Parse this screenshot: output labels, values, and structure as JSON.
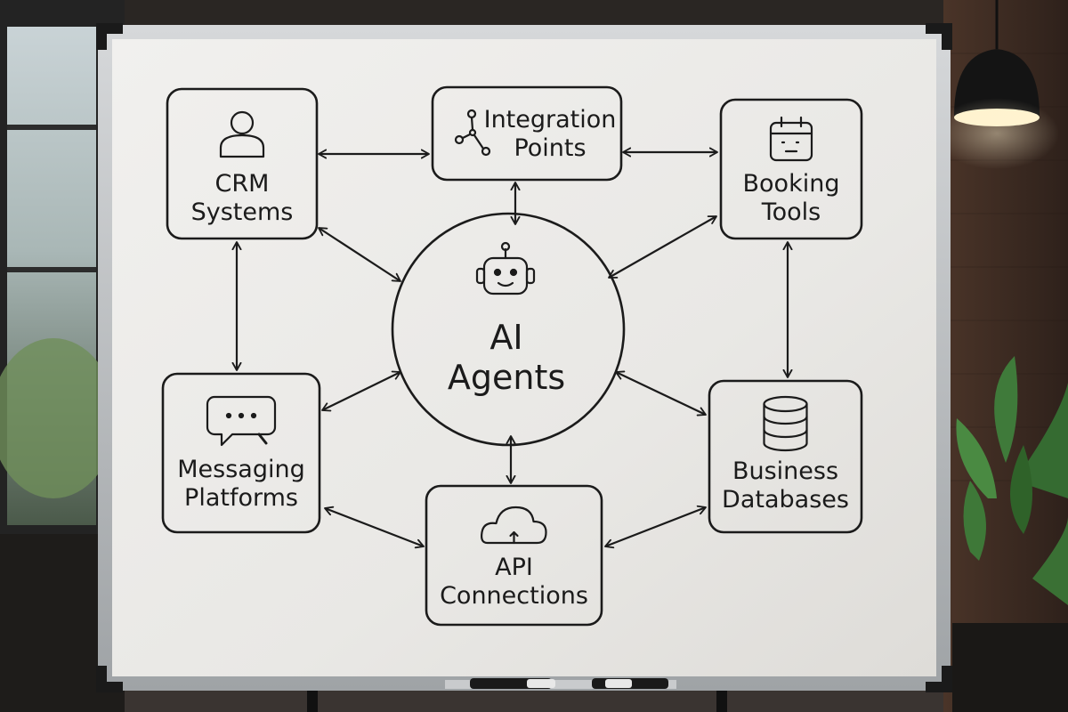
{
  "colors": {
    "ink": "#1b1b1b",
    "board": "#ecebe8",
    "frame": "#b9bcbf",
    "wall": "#3a2a22",
    "plant": "#3f7a3a"
  },
  "diagram": {
    "hub": {
      "id": "ai-agents",
      "icon": "robot-icon",
      "lines": [
        "AI",
        "Agents"
      ]
    },
    "nodes": [
      {
        "id": "crm-systems",
        "icon": "person-icon",
        "lines": [
          "CRM",
          "Systems"
        ]
      },
      {
        "id": "integration-points",
        "icon": "network-icon",
        "lines": [
          "Integration",
          "Points"
        ]
      },
      {
        "id": "booking-tools",
        "icon": "calendar-icon",
        "lines": [
          "Booking",
          "Tools"
        ]
      },
      {
        "id": "messaging-platforms",
        "icon": "chat-bubble-icon",
        "lines": [
          "Messaging",
          "Platforms"
        ]
      },
      {
        "id": "api-connections",
        "icon": "cloud-icon",
        "lines": [
          "API",
          "Connections"
        ]
      },
      {
        "id": "business-databases",
        "icon": "database-icon",
        "lines": [
          "Business",
          "Databases"
        ]
      }
    ],
    "edges": [
      {
        "from": "crm-systems",
        "to": "integration-points"
      },
      {
        "from": "integration-points",
        "to": "booking-tools"
      },
      {
        "from": "integration-points",
        "to": "ai-agents"
      },
      {
        "from": "crm-systems",
        "to": "ai-agents"
      },
      {
        "from": "booking-tools",
        "to": "ai-agents"
      },
      {
        "from": "crm-systems",
        "to": "messaging-platforms"
      },
      {
        "from": "booking-tools",
        "to": "business-databases"
      },
      {
        "from": "messaging-platforms",
        "to": "ai-agents"
      },
      {
        "from": "business-databases",
        "to": "ai-agents"
      },
      {
        "from": "api-connections",
        "to": "ai-agents"
      },
      {
        "from": "messaging-platforms",
        "to": "api-connections"
      },
      {
        "from": "business-databases",
        "to": "api-connections"
      }
    ]
  }
}
